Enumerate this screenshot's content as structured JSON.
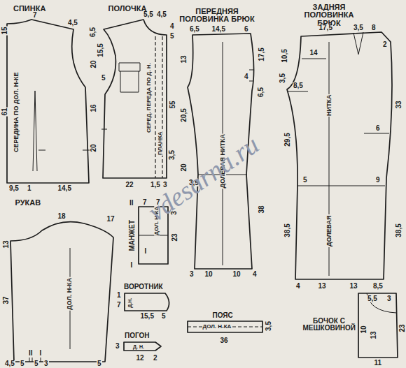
{
  "diagram": {
    "nodes": [
      {
        "text": [
          "СПИНКА",
          "СЕРЕДИНА ПО ДОЛ. Н-КЕ"
        ]
      },
      {
        "text": [
          "ПОЛОЧКА",
          "СЕРЕД. ПЕРЕДА ПО Д. Н.",
          "ПЛАНКА"
        ]
      },
      {
        "text": [
          "ПЕРЕДНЯЯ ПОЛОВИНКА БРЮК",
          "ДОЛЕВАЯ НИТКА"
        ]
      },
      {
        "text": [
          "ЗАДНЯЯ ПОЛОВИНКА БРЮК",
          "НИТКА",
          "ДОЛЕВАЯ"
        ]
      },
      {
        "text": [
          "РУКАВ",
          "ДОЛ. Н-КА"
        ]
      },
      {
        "text": [
          "МАНЖЕТ",
          "ДОЛ. Н-КА"
        ]
      },
      {
        "text": [
          "ВОРОТНИК",
          "Д.Н."
        ]
      },
      {
        "text": [
          "ПОГОН",
          "Д. Н."
        ]
      },
      {
        "text": [
          "ПОЯС",
          "ДОЛ. Н-КА"
        ]
      },
      {
        "text": [
          "БОЧОК С МЕШКОВИНОЙ"
        ]
      }
    ],
    "labels": [
      "7",
      "15",
      "4,5",
      "6,5",
      "20",
      "16",
      "20",
      "61",
      "9,5",
      "1",
      "14,5",
      "5,5",
      "4,5",
      "4",
      "5",
      "15,5",
      "5",
      "55",
      "3,5",
      "22",
      "1,5",
      "3",
      "6,5",
      "14,5",
      "6",
      "13",
      "20,5",
      "20",
      "3,5",
      "17,5",
      "4",
      "6,5",
      "38",
      "3",
      "10",
      "10",
      "4",
      "17,5",
      "3,5",
      "8",
      "2",
      "14",
      "10,5",
      "3,5",
      "8,5",
      "29,5",
      "38,5",
      "5",
      "6",
      "9",
      "33",
      "38,5",
      "4",
      "13",
      "13",
      "8,5",
      "18",
      "17",
      "13",
      "37",
      "II",
      "I",
      "4,5",
      "5",
      "5",
      "3",
      "5",
      "II",
      "7",
      "7",
      "3",
      "23",
      "I",
      "I",
      "1",
      "7",
      "15,5",
      "5",
      "3",
      "12",
      "2",
      "3,5",
      "36",
      "5,5",
      "3",
      "10",
      "13",
      "23",
      "11",
      "vdesarna.ru"
    ]
  }
}
